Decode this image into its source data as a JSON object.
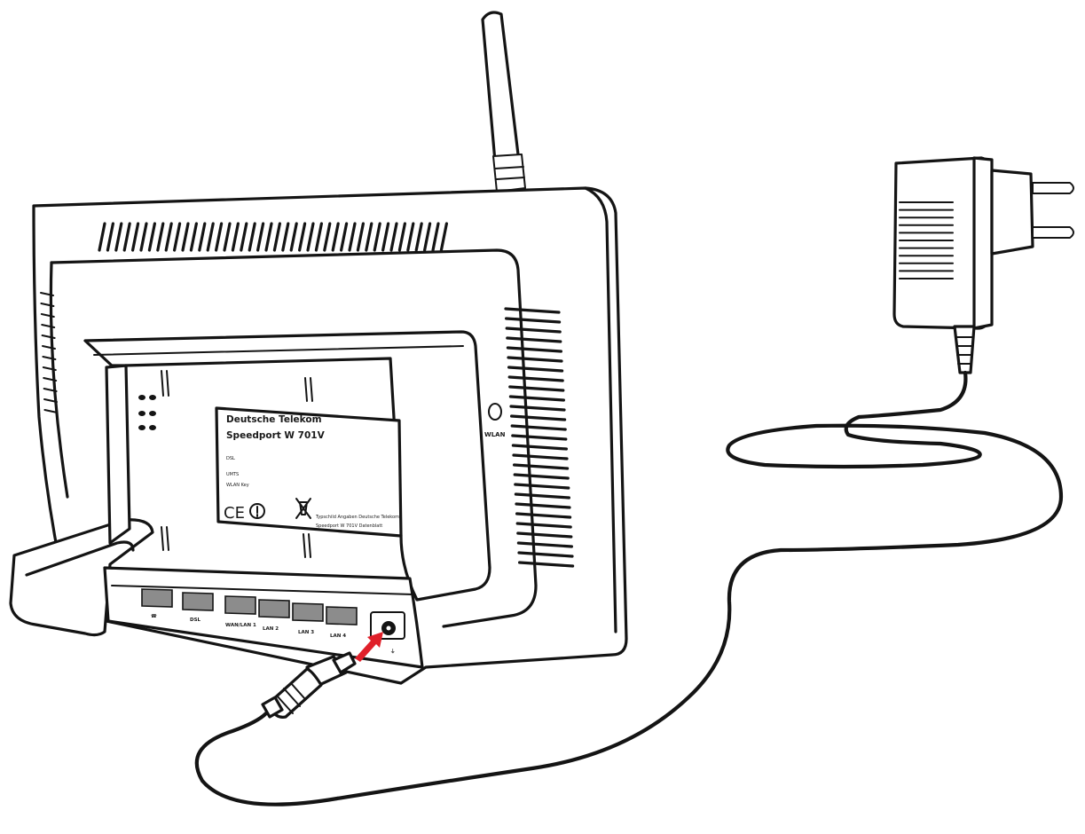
{
  "router": {
    "label_line1": "Deutsche Telekom",
    "label_line2": "Speedport W 701V",
    "label_field1": "DSL",
    "label_field2": "UMTS",
    "label_field3": "WLAN Key",
    "ce_mark": "CE",
    "label_footer1": "Typschild Angaben Deutsche Telekom",
    "label_footer2": "Speedport W 701V Datenblatt",
    "wlan_button_label": "WLAN",
    "ports": [
      {
        "label": "☎"
      },
      {
        "label": "DSL"
      },
      {
        "label": "WAN/LAN 1"
      },
      {
        "label": "LAN 2"
      },
      {
        "label": "LAN 3"
      },
      {
        "label": "LAN 4"
      }
    ],
    "power_socket_label": "⏚"
  },
  "arrow": {
    "color": "#e0202a"
  },
  "colors": {
    "ink": "#141414",
    "background": "#ffffff",
    "arrow": "#e0202a"
  }
}
